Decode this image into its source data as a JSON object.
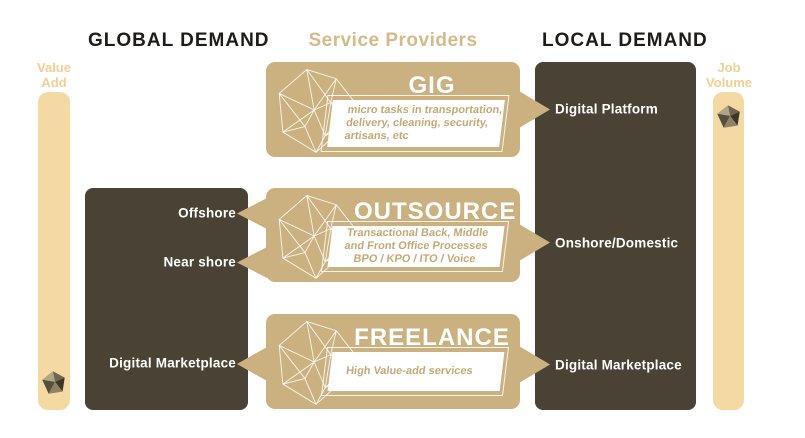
{
  "diagram": {
    "headers": {
      "global": "GLOBAL DEMAND",
      "providers": "Service Providers",
      "local": "LOCAL DEMAND"
    },
    "axes": {
      "value_add": "Value Add",
      "job_volume": "Job Volume"
    },
    "global_demand": {
      "offshore": "Offshore",
      "near_shore": "Near shore",
      "digital_marketplace": "Digital Marketplace"
    },
    "local_demand": {
      "digital_platform": "Digital Platform",
      "onshore_domestic": "Onshore/Domestic",
      "digital_marketplace": "Digital Marketplace"
    },
    "providers": {
      "gig": {
        "title": "GIG",
        "desc_lines": [
          "micro tasks in transportation,",
          "delivery, cleaning, security,",
          "artisans, etc"
        ]
      },
      "outsource": {
        "title": "OUTSOURCE",
        "desc_lines": [
          "Transactional Back, Middle",
          "and Front Office Processes",
          "BPO / KPO / ITO / Voice"
        ]
      },
      "freelance": {
        "title": "FREELANCE",
        "desc_lines": [
          "High Value-add services"
        ]
      }
    },
    "icons": {
      "provider_crystal": "crystal-icon",
      "value_add_gem": "gem-icon",
      "job_volume_gem": "gem-icon"
    },
    "colors": {
      "tan": "#ccb180",
      "light_tan": "#f5d9a2",
      "dark_brown": "#4a4234",
      "header_dark": "#1d1c1a",
      "providers_header": "#d5ba8a",
      "axis_label": "#f2cf92",
      "inner_text": "#c4a975",
      "white": "#ffffff"
    }
  }
}
